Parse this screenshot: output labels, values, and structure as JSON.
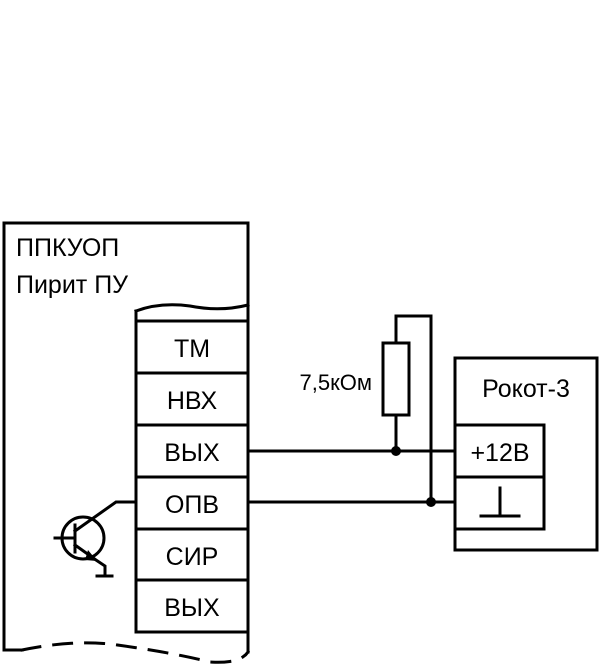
{
  "diagram": {
    "type": "wiring-schematic",
    "colors": {
      "line": "#000000",
      "background": "#ffffff"
    },
    "device_left": {
      "title_line1": "ППКУОП",
      "title_line2": "Пирит ПУ",
      "terminals": [
        {
          "label": "ТМ"
        },
        {
          "label": "НВХ"
        },
        {
          "label": "ВЫХ"
        },
        {
          "label": "ОПВ"
        },
        {
          "label": "СИР"
        },
        {
          "label": "ВЫХ"
        }
      ],
      "internal_component": "npn-transistor-icon"
    },
    "resistor": {
      "label": "7,5кОм"
    },
    "device_right": {
      "title": "Рокот-3",
      "terminals": [
        {
          "label": "+12В"
        },
        {
          "label": "ground-symbol"
        }
      ]
    },
    "connections": [
      {
        "from": "ВЫХ",
        "to": "+12В"
      },
      {
        "from": "ОПВ",
        "to": "ground-symbol"
      },
      {
        "from": "resistor",
        "between": [
          "ВЫХ",
          "ОПВ"
        ]
      }
    ]
  }
}
